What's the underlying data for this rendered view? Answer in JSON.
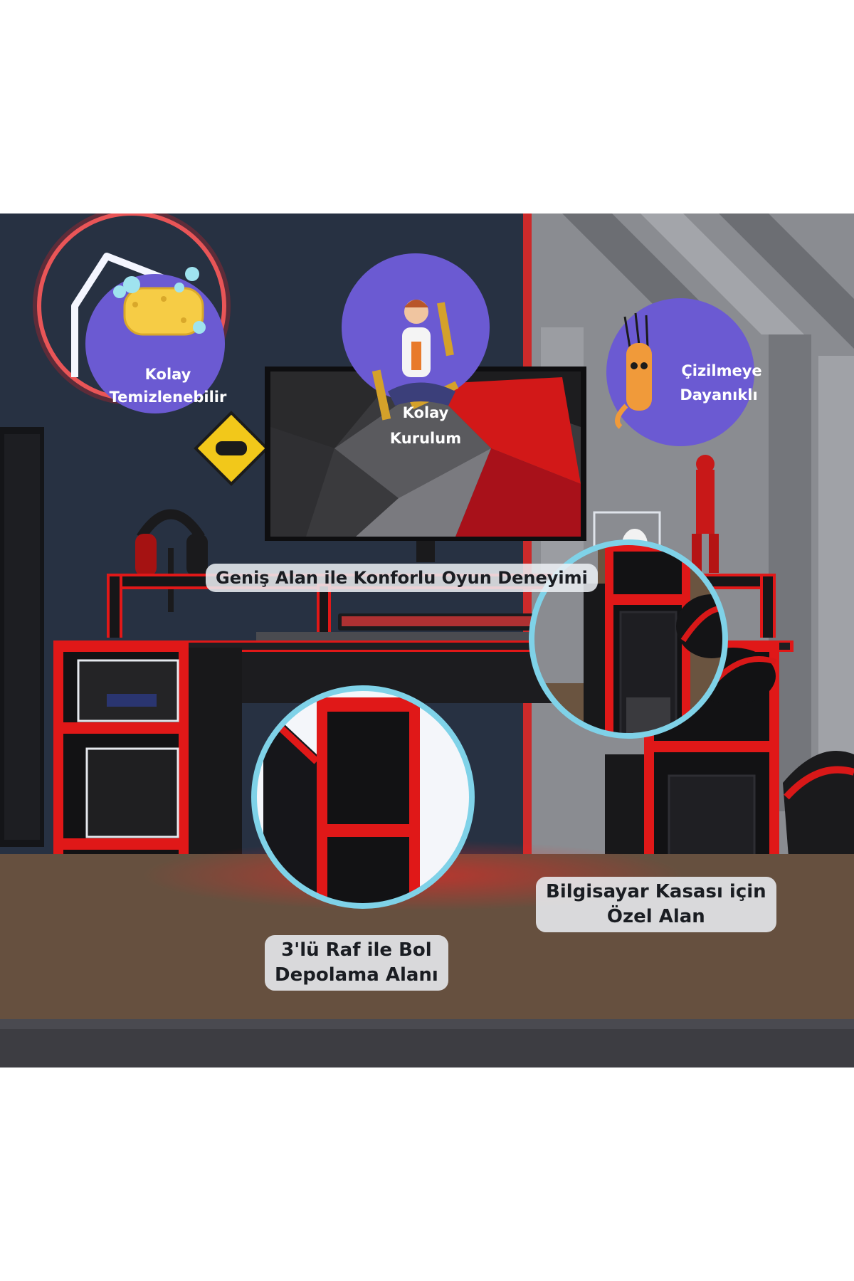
{
  "features": {
    "easy_clean": {
      "line1": "Kolay",
      "line2": "Temizlenebilir"
    },
    "easy_setup": {
      "line1": "Kolay",
      "line2": "Kurulum"
    },
    "scratch": {
      "line1": "Çizilmeye",
      "line2": "Dayanıklı"
    }
  },
  "captions": {
    "headline": "Geniş Alan ile Konforlu Oyun Deneyimi",
    "shelf_line1": "3'lü Raf ile Bol",
    "shelf_line2": "Depolama Alanı",
    "case_line1": "Bilgisayar Kasası için",
    "case_line2": "Özel Alan"
  },
  "colors": {
    "badge_purple": "#6b5ad2",
    "desk_red": "#e01818",
    "desk_black": "#161618",
    "zoom_ring": "#7fd2e8"
  }
}
